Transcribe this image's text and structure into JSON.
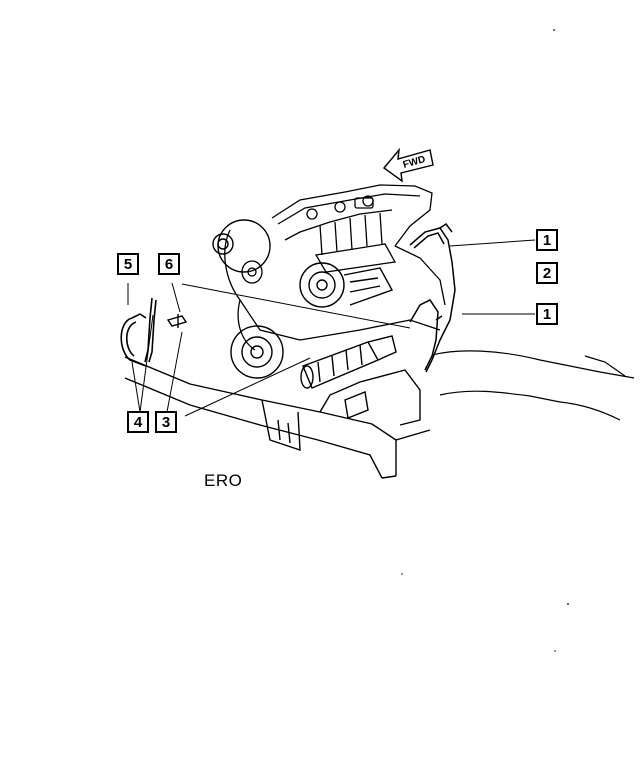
{
  "figure": {
    "forward_indicator": "FWD",
    "code": "ERO"
  },
  "callouts": [
    {
      "id": "c1a",
      "label": "1",
      "boxed": true
    },
    {
      "id": "c2",
      "label": "2",
      "boxed": true
    },
    {
      "id": "c1b",
      "label": "1",
      "boxed": true
    },
    {
      "id": "c5",
      "label": "5",
      "boxed": true
    },
    {
      "id": "c6",
      "label": "6",
      "boxed": true
    },
    {
      "id": "c4",
      "label": "4",
      "boxed": true
    },
    {
      "id": "c3",
      "label": "3",
      "boxed": true
    }
  ]
}
